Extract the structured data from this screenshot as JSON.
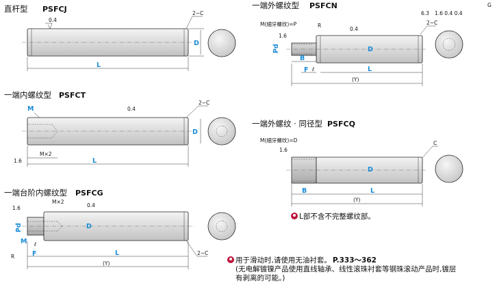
{
  "sections": {
    "psfcj": {
      "title": "直杆型",
      "model": "PSFCJ",
      "dims": {
        "D": "D",
        "L": "L"
      },
      "callouts": {
        "finish": "0.4",
        "chamfer": "2−C"
      }
    },
    "psfcn": {
      "title": "一端外螺纹型",
      "model": "PSFCN",
      "dims": {
        "D": "D",
        "L": "L",
        "B": "B",
        "F": "F",
        "Pd": "Pd",
        "Y": "(Y)",
        "label_M": "M(細牙螺纹)=P"
      },
      "callouts": {
        "R": "R",
        "roughness": "1.6",
        "finish": "0.4",
        "chamfer": "2−C",
        "l": "ℓ",
        "top": "6.3",
        "top_set": "1.6   0.4   0.4",
        "G": "G"
      }
    },
    "psfct": {
      "title": "一端内螺纹型",
      "model": "PSFCT",
      "dims": {
        "M": "M",
        "D": "D",
        "L": "L",
        "Mx2": "M×2"
      },
      "callouts": {
        "finish": "0.4",
        "chamfer": "2−C",
        "roughness": "1.6"
      }
    },
    "psfcq": {
      "title": "一端外螺纹 · 同径型",
      "model": "PSFCQ",
      "dims": {
        "D": "D",
        "B": "B",
        "L": "L",
        "Y": "(Y)",
        "label_M": "M(細牙螺纹)=D"
      },
      "callouts": {
        "roughness": "1.6",
        "chamfer": "C"
      },
      "note": "L部不含不完整螺纹部。"
    },
    "psfcg": {
      "title": "一端台阶内螺纹型",
      "model": "PSFCG",
      "dims": {
        "D": "D",
        "L": "L",
        "Pd": "Pd",
        "M": "M",
        "F": "F",
        "Y": "(Y)",
        "Mx2": "M×2"
      },
      "callouts": {
        "roughness": "1.6",
        "finish": "0.4",
        "R": "R",
        "l": "ℓ",
        "chamfer": "2−C"
      }
    }
  },
  "footnote": {
    "line1": "用于滑动时,请使用无油衬套。",
    "ref": "P.333～362",
    "line2": "(无电解镀镍产品使用直线轴承、线性滚珠衬套等钢珠滚动产品时,镀层",
    "line3": "有剥离的可能。)"
  }
}
